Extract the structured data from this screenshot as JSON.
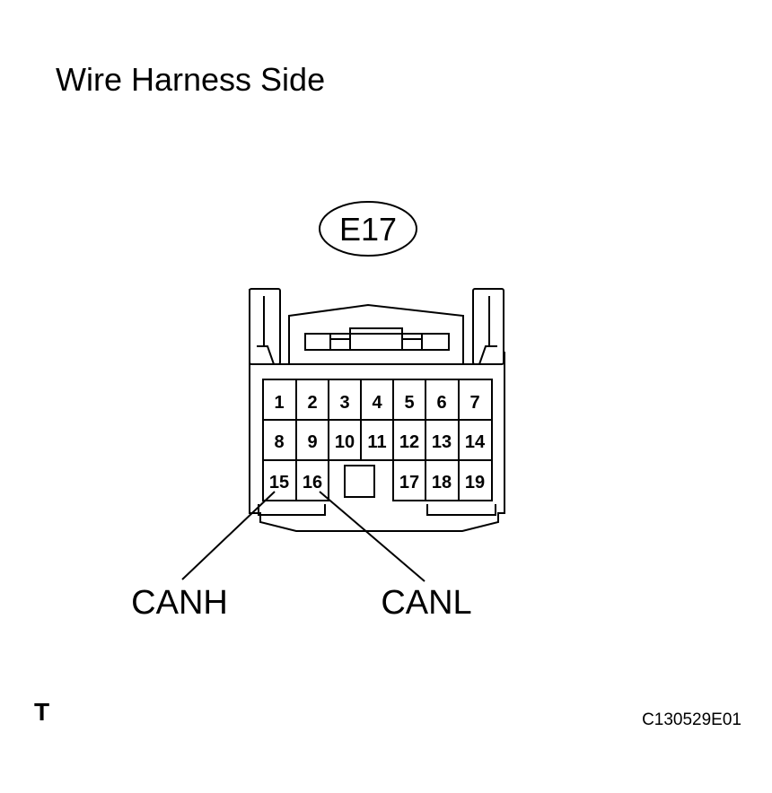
{
  "title": "Wire Harness Side",
  "connector": {
    "id": "E17",
    "pins": {
      "p1": "1",
      "p2": "2",
      "p3": "3",
      "p4": "4",
      "p5": "5",
      "p6": "6",
      "p7": "7",
      "p8": "8",
      "p9": "9",
      "p10": "10",
      "p11": "11",
      "p12": "12",
      "p13": "13",
      "p14": "14",
      "p15": "15",
      "p16": "16",
      "p17": "17",
      "p18": "18",
      "p19": "19"
    }
  },
  "labels": {
    "canh": "CANH",
    "canl": "CANL"
  },
  "corner_mark": "T",
  "figure_code": "C130529E01"
}
